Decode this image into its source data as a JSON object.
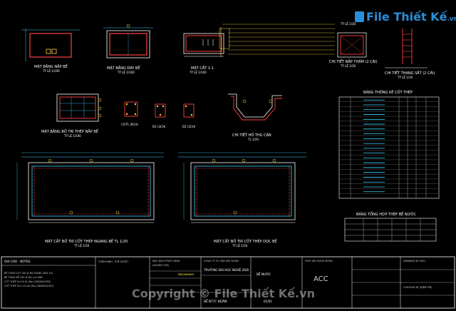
{
  "brand": {
    "logo_text": "File Thiết Kế",
    "logo_suffix": ".vn",
    "watermark": "Copyright © File Thiết Kế.vn"
  },
  "views": {
    "mat_bang_nap": {
      "title": "MẶT BẰNG NẮP BỂ",
      "scale": "TỶ LỆ 1/100"
    },
    "mat_bang_day": {
      "title": "MẶT BẰNG ĐÁY BỂ",
      "scale": "TỶ LỆ 1/100"
    },
    "mat_cat_1": {
      "title": "MẶT CẮT 1-1",
      "scale": "TỶ LỆ 1/100"
    },
    "chi_tiet_nap": {
      "title": "CHI TIẾT NẮP THĂM (2 CÁI)",
      "scale": "TỶ LỆ 1/20"
    },
    "chi_tiet_thang": {
      "title": "CHI TIẾT THANG SẮT (2 CÁI)",
      "scale": "TỶ LỆ 1/20"
    },
    "mb_bo_tri_thep_nap": {
      "title": "MẶT BẰNG BỐ TRÍ THÉP NẮP BỂ",
      "scale": "TỶ LỆ 1/100"
    },
    "cot": [
      {
        "label": "COT1 (6CH)"
      },
      {
        "label": "D1 (3CH)"
      },
      {
        "label": "D2 (2CH)"
      }
    ],
    "ho_thu_cau": {
      "title": "CHI TIẾT HỐ THU CẶN",
      "scale": "TL 1/20"
    },
    "mc_ngang": {
      "title": "MẶT CẮT BỐ TRÍ CỐT THÉP NGANG BỂ TL 1/20",
      "scale": "TỶ LỆ 1/20"
    },
    "mc_doc": {
      "title": "MẶT CẮT BỐ TRÍ CỐT THÉP DỌC BỂ",
      "scale": "TỶ LỆ 1/20"
    }
  },
  "tables": {
    "thong_ke": {
      "title": "BẢNG THỐNG KÊ CỐT THÉP",
      "row_count": 20
    },
    "tong_hop": {
      "title": "BẢNG TỔNG HỢP THÉP BỂ NƯỚC"
    }
  },
  "notes": {
    "title": "GHI CHÚ - NOTES",
    "lines": [
      "BÊ TÔNG LÓT 100 # ĐÁ 40x80 (DÀY 10)",
      "BÊ TÔNG BỂ 250 # ĐÁ 1x2 MÁC",
      "CỐT THÉP D<10 AI (Ra=2300KG/CM2)",
      "CỐT THÉP D>=10 AII (Ra=2800KG/CM2)"
    ]
  },
  "title_block": {
    "approval": "THẨM ĐỊNH - PHÊ DUYỆT",
    "issued_for": "MỤC ĐÍCH PHÁT HÀNH",
    "issued_for_en": "(ISSUED FOR)",
    "stage": "PRELIMINARY",
    "company_main": "CÔNG TY TƯ VẤN XÂY DỰNG",
    "project": "TRƯỜNG ĐẠI HỌC NGHỆ 20/8",
    "drawing": "BỂ NƯỚC",
    "drawing_code": "BỂ N77C NGẦM",
    "company": "HOPI XÂY DỰNG ĐÔNG",
    "company2": "ACC",
    "sheet": "01/01",
    "drawing_no": "DRAWING BY 0001",
    "checked": "CHECKED BY (ĐIỆN TÍN)"
  }
}
